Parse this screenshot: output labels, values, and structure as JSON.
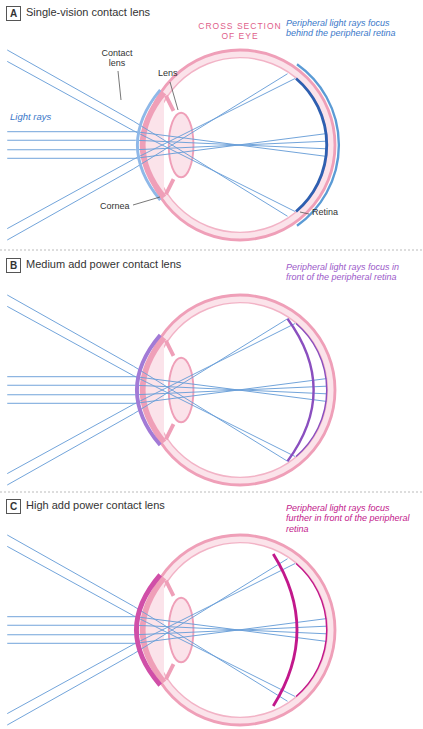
{
  "diagram": {
    "nodes": [
      {
        "text": [
          "A"
        ]
      },
      {
        "text": [
          "B"
        ]
      },
      {
        "text": [
          "C"
        ]
      }
    ],
    "labels": [
      "Single-vision contact lens",
      "CROSS SECTION OF EYE",
      "Peripheral light rays focus behind the peripheral retina",
      "Contact lens",
      "Lens",
      "Light rays",
      "Cornea",
      "Retina",
      "Medium add power contact lens",
      "Peripheral light rays focus in front of the peripheral retina",
      "High add power contact lens",
      "Peripheral light rays focus further in front of the peripheral retina"
    ]
  }
}
